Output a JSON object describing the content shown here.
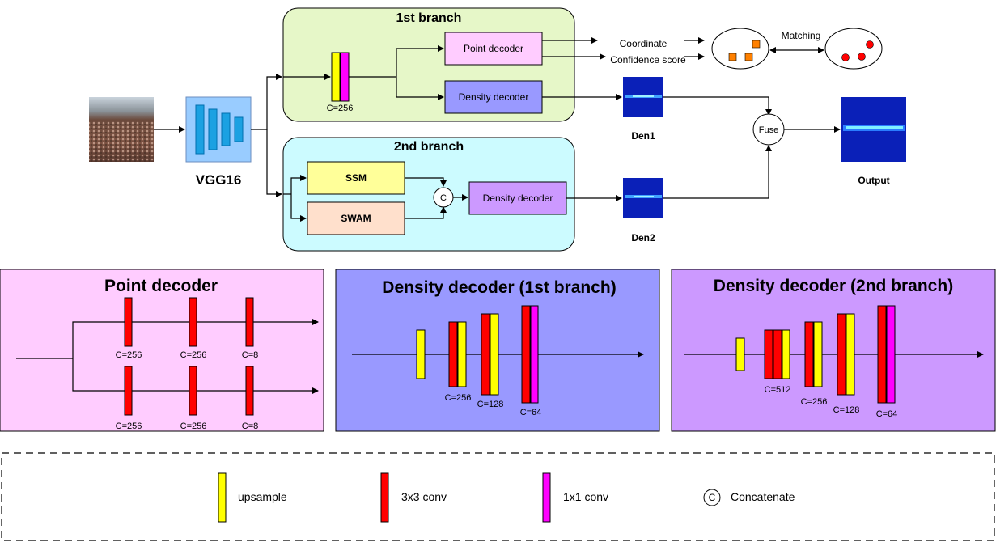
{
  "top": {
    "backbone_label": "VGG16",
    "branch1": {
      "title": "1st branch",
      "channel_label": "C=256",
      "point_decoder": "Point decoder",
      "density_decoder": "Density decoder"
    },
    "branch2": {
      "title": "2nd branch",
      "ssm": "SSM",
      "swam": "SWAM",
      "concat_symbol": "C",
      "density_decoder": "Density decoder"
    },
    "coordinate": "Coordinate",
    "confidence": "Confidence score",
    "matching": "Matching",
    "den1": "Den1",
    "den2": "Den2",
    "fuse": "Fuse",
    "output": "Output"
  },
  "panels": {
    "point": {
      "title": "Point decoder",
      "row1": [
        "C=256",
        "C=256",
        "C=8"
      ],
      "row2": [
        "C=256",
        "C=256",
        "C=8"
      ]
    },
    "density1": {
      "title": "Density decoder (1st branch)",
      "labels": [
        "C=256",
        "C=128",
        "C=64"
      ]
    },
    "density2": {
      "title": "Density decoder (2nd branch)",
      "labels": [
        "C=512",
        "C=256",
        "C=128",
        "C=64"
      ]
    }
  },
  "legend": {
    "upsample": "upsample",
    "conv3": "3x3 conv",
    "conv1": "1x1 conv",
    "concat_symbol": "C",
    "concatenate": "Concatenate"
  },
  "colors": {
    "upsample": "#ffff00",
    "conv3": "#ff0000",
    "conv1": "#ff00ff",
    "branch1_bg": "#e6f7c8",
    "branch2_bg": "#ccfbff",
    "point_panel": "#ffccff",
    "density1_panel": "#9999ff",
    "density2_panel": "#cc99ff",
    "vgg": "#99ccff"
  }
}
